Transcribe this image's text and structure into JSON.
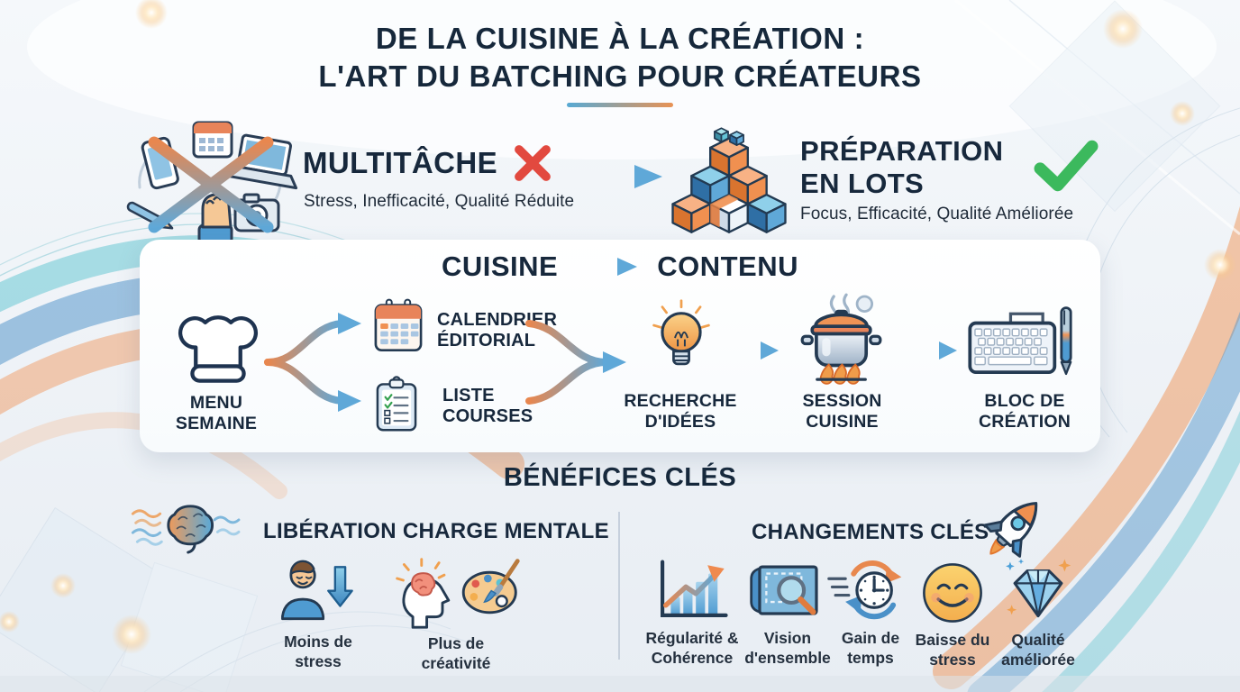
{
  "title": {
    "line1": "DE LA CUISINE À LA CRÉATION :",
    "line2": "L'ART DU BATCHING POUR CRÉATEURS"
  },
  "comparison": {
    "multitask": {
      "heading": "MULTITÂCHE",
      "subtext": "Stress, Inefficacité, Qualité Réduite",
      "icon": "multitask-crossed-icon",
      "status_icon": "red-cross-icon"
    },
    "batching": {
      "heading": "PRÉPARATION\nEN LOTS",
      "subtext": "Focus, Efficacité, Qualité Améliorée",
      "icon": "batch-blocks-icon",
      "status_icon": "green-check-icon"
    }
  },
  "process": {
    "heading_from": "CUISINE",
    "heading_to": "CONTENU",
    "steps": {
      "menu": {
        "icon": "chef-hat-icon",
        "label": "MENU\nSEMAINE"
      },
      "calendar": {
        "icon": "calendar-icon",
        "label": "CALENDRIER\nÉDITORIAL"
      },
      "liste": {
        "icon": "checklist-icon",
        "label": "LISTE\nCOURSES"
      },
      "idees": {
        "icon": "lightbulb-icon",
        "label": "RECHERCHE\nD'IDÉES"
      },
      "session": {
        "icon": "cooking-pot-icon",
        "label": "SESSION\nCUISINE"
      },
      "bloc": {
        "icon": "keyboard-pen-icon",
        "label": "BLOC DE\nCRÉATION"
      }
    }
  },
  "benefits": {
    "heading": "BÉNÉFICES CLÉS",
    "mental": {
      "heading": "LIBÉRATION CHARGE MENTALE",
      "icon": "brain-waves-icon",
      "items": [
        {
          "icon": "calm-person-down-arrow-icon",
          "label": "Moins de\nstress"
        },
        {
          "icon": "creative-head-palette-icon",
          "label": "Plus de\ncréativité"
        }
      ]
    },
    "changes": {
      "heading": "CHANGEMENTS CLÉS",
      "icon": "rocket-icon",
      "items": [
        {
          "icon": "growth-chart-icon",
          "label": "Régularité &\nCohérence"
        },
        {
          "icon": "blueprint-magnifier-icon",
          "label": "Vision\nd'ensemble"
        },
        {
          "icon": "speed-clock-icon",
          "label": "Gain de\ntemps"
        },
        {
          "icon": "smiley-face-icon",
          "label": "Baisse du\nstress"
        },
        {
          "icon": "diamond-sparkle-icon",
          "label": "Qualité\naméliorée"
        }
      ]
    }
  },
  "colors": {
    "accent_orange": "#E8874F",
    "accent_blue": "#5FA8D8",
    "navy": "#17283C",
    "status_red": "#E2493F",
    "status_green": "#3CB95D",
    "card_background": "#FFFFFF",
    "page_background": "#EEF1F6"
  }
}
